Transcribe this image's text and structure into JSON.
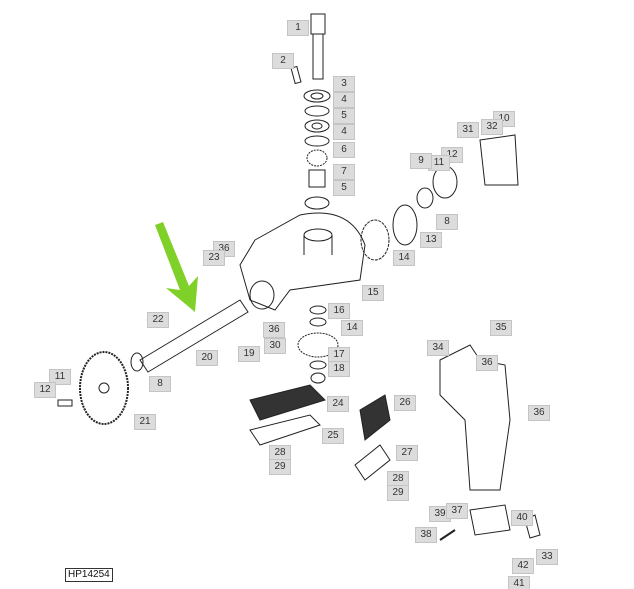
{
  "figure_id": "HP14254",
  "callouts": [
    "1",
    "2",
    "3",
    "4",
    "5",
    "4",
    "6",
    "7",
    "5",
    "10",
    "32",
    "31",
    "12",
    "11",
    "9",
    "8",
    "13",
    "14",
    "36",
    "23",
    "15",
    "16",
    "14",
    "36",
    "30",
    "22",
    "20",
    "19",
    "17",
    "18",
    "8",
    "11",
    "12",
    "21",
    "24",
    "26",
    "36",
    "34",
    "35",
    "36",
    "25",
    "28",
    "29",
    "27",
    "28",
    "29",
    "39",
    "37",
    "40",
    "38",
    "33",
    "42",
    "41"
  ],
  "colors": {
    "arrow": "#7fd12a",
    "label_bg": "#dcdcdc",
    "line": "#222222"
  }
}
